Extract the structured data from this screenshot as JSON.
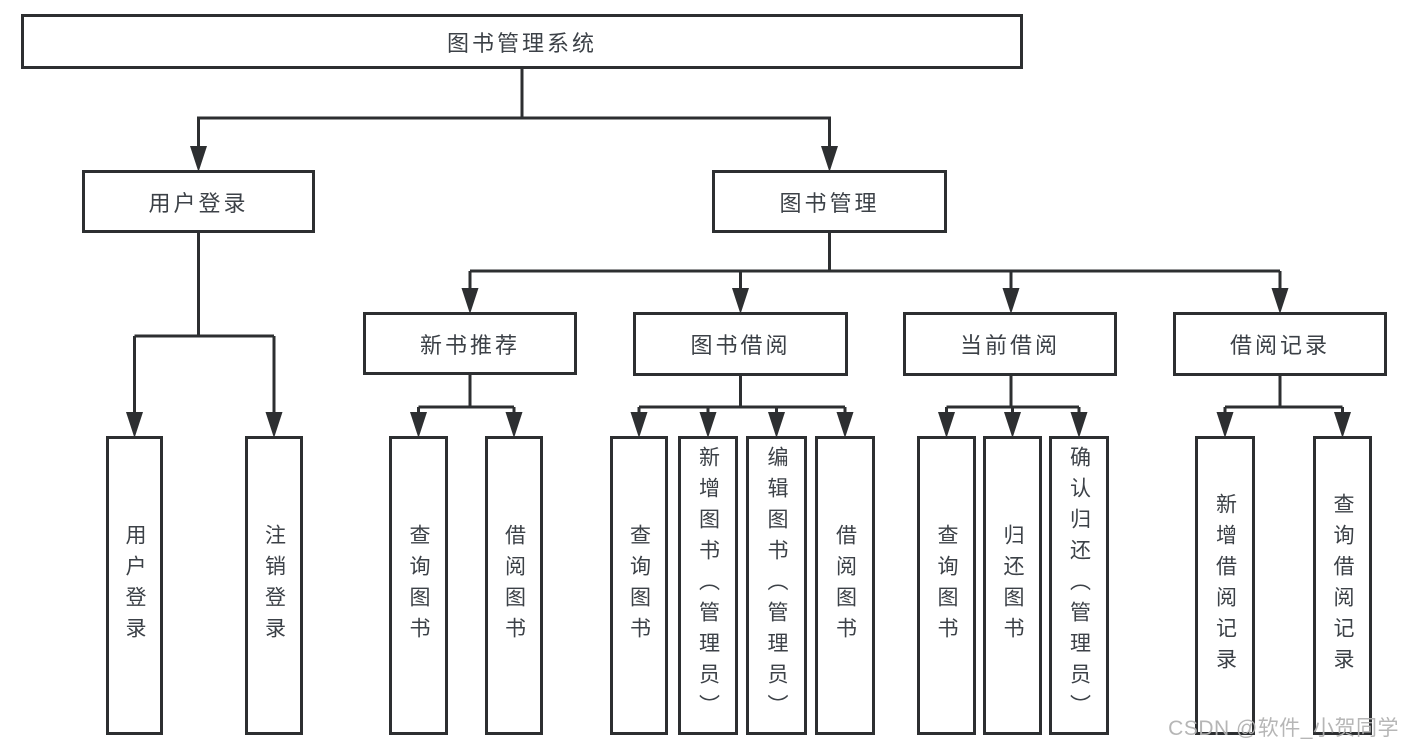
{
  "colors": {
    "line": "#2d2f31",
    "node_border": "#2d2f31",
    "node_text": "#3c4147",
    "watermark": "#b2b2b2",
    "background": "#ffffff"
  },
  "watermark": {
    "text": "CSDN @软件_小贺同学"
  },
  "tree": {
    "label": "图书管理系统",
    "children": [
      {
        "label": "用户登录",
        "children": [
          {
            "label": "用户登录"
          },
          {
            "label": "注销登录"
          }
        ]
      },
      {
        "label": "图书管理",
        "children": [
          {
            "label": "新书推荐",
            "children": [
              {
                "label": "查询图书"
              },
              {
                "label": "借阅图书"
              }
            ]
          },
          {
            "label": "图书借阅",
            "children": [
              {
                "label": "查询图书"
              },
              {
                "label": "新增图书（管理员）"
              },
              {
                "label": "编辑图书（管理员）"
              },
              {
                "label": "借阅图书"
              }
            ]
          },
          {
            "label": "当前借阅",
            "children": [
              {
                "label": "查询图书"
              },
              {
                "label": "归还图书"
              },
              {
                "label": "确认归还（管理员）"
              }
            ]
          },
          {
            "label": "借阅记录",
            "children": [
              {
                "label": "新增借阅记录"
              },
              {
                "label": "查询借阅记录"
              }
            ]
          }
        ]
      }
    ]
  }
}
